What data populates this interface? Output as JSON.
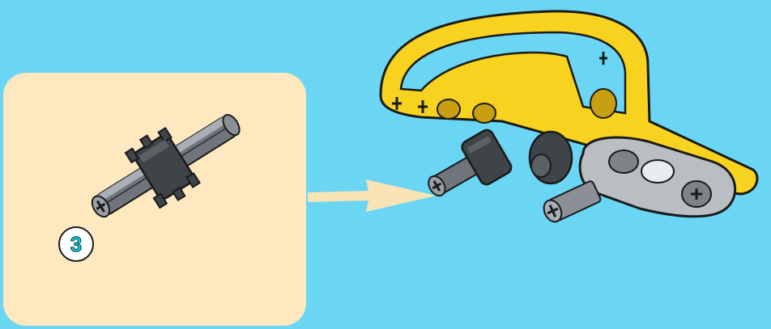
{
  "instruction": {
    "step_number": "3"
  },
  "colors": {
    "background": "#6ad6f4",
    "panel": "#fde8bf",
    "arrow": "#f9e3b5",
    "yellow_part": "#f7d21e",
    "dark_gray_part": "#4a4f55",
    "light_gray_part": "#b9bec2",
    "step_number": "#1ec7d6"
  },
  "icons": [
    "gear-axle-part",
    "arrow-right",
    "yellow-frame-part",
    "dark-bush-part",
    "light-gray-beam-part",
    "axle-part"
  ]
}
